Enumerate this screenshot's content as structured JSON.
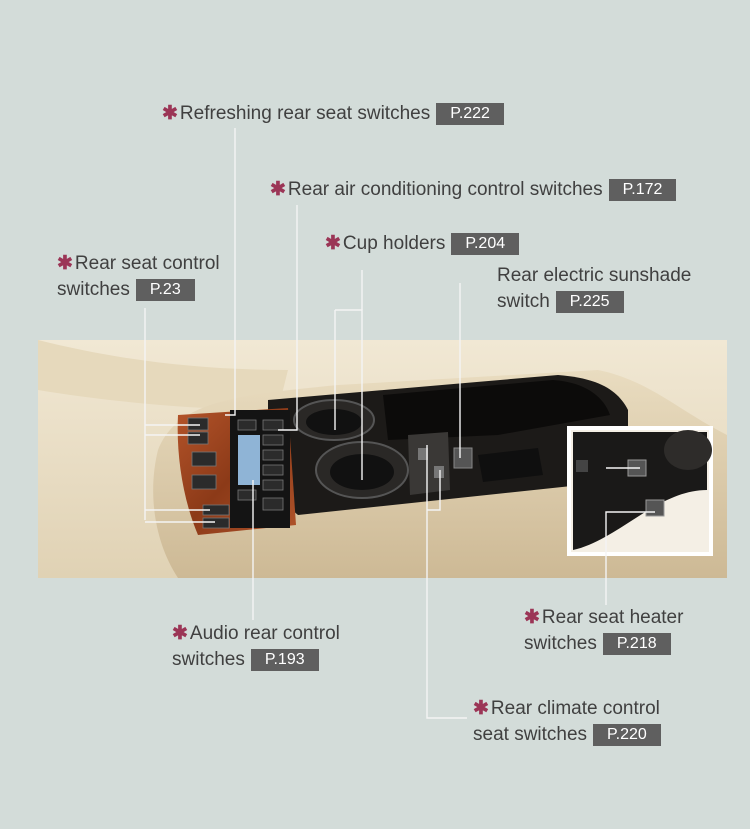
{
  "labels": {
    "refreshing": {
      "star": "✱",
      "text": "Refreshing rear seat switches",
      "page": "P.222"
    },
    "rear_air": {
      "star": "✱",
      "text": "Rear air conditioning control switches",
      "page": "P.172"
    },
    "cup_holders": {
      "star": "✱",
      "text": "Cup holders",
      "page": "P.204"
    },
    "rear_seat_control": {
      "star": "✱",
      "line1": "Rear seat control",
      "line2": "switches",
      "page": "P.23"
    },
    "sunshade": {
      "line1": "Rear electric sunshade",
      "line2": "switch",
      "page": "P.225"
    },
    "audio": {
      "star": "✱",
      "line1": "Audio rear control",
      "line2": "switches",
      "page": "P.193"
    },
    "seat_heater": {
      "star": "✱",
      "line1": "Rear seat heater",
      "line2": "switches",
      "page": "P.218"
    },
    "climate_seat": {
      "star": "✱",
      "line1": "Rear climate control",
      "line2": "seat switches",
      "page": "P.220"
    }
  },
  "colors": {
    "background": "#d3dcd9",
    "badge": "#5f5f5f",
    "star": "#9b3556",
    "trim": "#a04a22"
  }
}
